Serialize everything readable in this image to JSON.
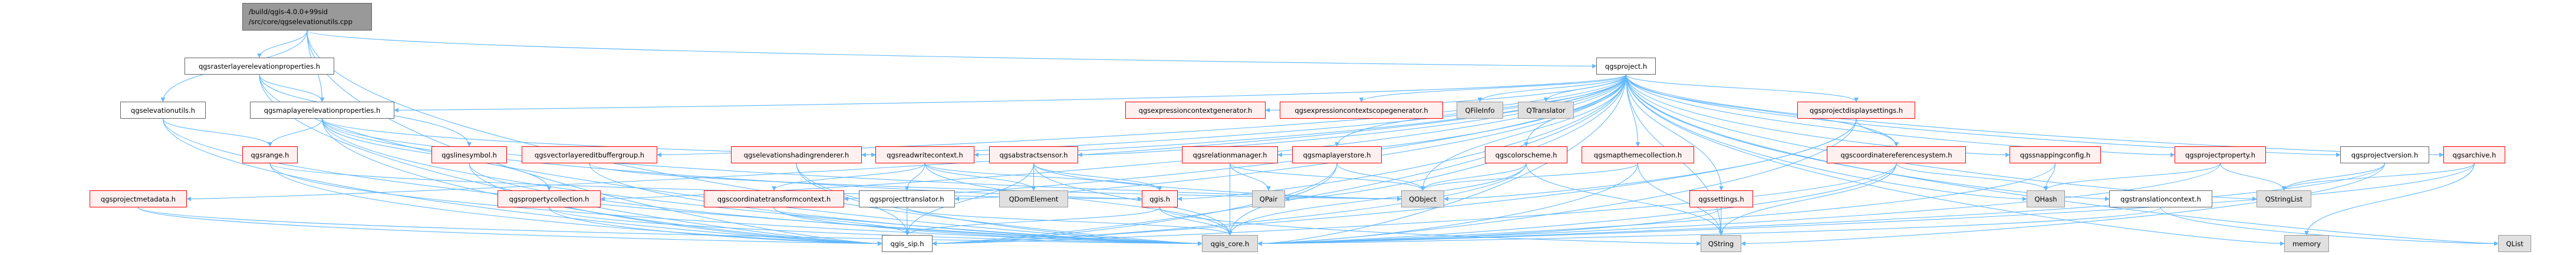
{
  "graph": {
    "title": "Include dependency graph for qgselevationutils.cpp",
    "edge_color": "#63b8ff",
    "node_styles": {
      "root": {
        "fill": "#999999",
        "border": "#666666"
      },
      "normal": {
        "fill": "#ffffff",
        "border": "#666666"
      },
      "truncated": {
        "fill": "#fff0f0",
        "border": "#ff0000"
      },
      "external": {
        "fill": "#e0e0e0",
        "border": "#999999"
      }
    },
    "nodes": [
      {
        "id": "root",
        "label_lines": [
          "/build/qgis-4.0.0+99sid",
          "/src/core/qgselevationutils.cpp"
        ],
        "kind": "root"
      },
      {
        "id": "rasterelev",
        "label": "qgsrasterlayerelevationproperties.h",
        "kind": "normal"
      },
      {
        "id": "elevutils",
        "label": "qgselevationutils.h",
        "kind": "normal"
      },
      {
        "id": "mlelev",
        "label": "qgsmaplayerelevationproperties.h",
        "kind": "normal"
      },
      {
        "id": "project",
        "label": "qgsproject.h",
        "kind": "normal"
      },
      {
        "id": "range",
        "label": "qgsrange.h",
        "kind": "truncated"
      },
      {
        "id": "projmeta",
        "label": "qgsprojectmetadata.h",
        "kind": "truncated"
      },
      {
        "id": "linesym",
        "label": "qgslinesymbol.h",
        "kind": "truncated"
      },
      {
        "id": "vleditbuf",
        "label": "qgsvectorlayereditbuffergroup.h",
        "kind": "truncated"
      },
      {
        "id": "propcoll",
        "label": "qgspropertycollection.h",
        "kind": "truncated"
      },
      {
        "id": "elevshade",
        "label": "qgselevationshadingrenderer.h",
        "kind": "truncated"
      },
      {
        "id": "rwctx",
        "label": "qgsreadwritecontext.h",
        "kind": "truncated"
      },
      {
        "id": "ctctx",
        "label": "qgscoordinatetransformcontext.h",
        "kind": "truncated"
      },
      {
        "id": "projtrans",
        "label": "qgsprojecttranslator.h",
        "kind": "normal"
      },
      {
        "id": "qgissip",
        "label": "qgis_sip.h",
        "kind": "normal"
      },
      {
        "id": "abssensor",
        "label": "qgsabstractsensor.h",
        "kind": "truncated"
      },
      {
        "id": "qdom",
        "label": "QDomElement",
        "kind": "external"
      },
      {
        "id": "exprgen",
        "label": "qgsexpressioncontextgenerator.h",
        "kind": "truncated"
      },
      {
        "id": "exprscope",
        "label": "qgsexpressioncontextscopegenerator.h",
        "kind": "truncated"
      },
      {
        "id": "qfileinfo",
        "label": "QFileInfo",
        "kind": "external"
      },
      {
        "id": "qtranslator",
        "label": "QTranslator",
        "kind": "external"
      },
      {
        "id": "qgis",
        "label": "qgis.h",
        "kind": "truncated"
      },
      {
        "id": "relmgr",
        "label": "qgsrelationmanager.h",
        "kind": "truncated"
      },
      {
        "id": "qgiscore",
        "label": "qgis_core.h",
        "kind": "external"
      },
      {
        "id": "mlstore",
        "label": "qgsmaplayerstore.h",
        "kind": "truncated"
      },
      {
        "id": "qpair",
        "label": "QPair",
        "kind": "external"
      },
      {
        "id": "qobject",
        "label": "QObject",
        "kind": "external"
      },
      {
        "id": "colorscheme",
        "label": "qgscolorscheme.h",
        "kind": "truncated"
      },
      {
        "id": "mapthemes",
        "label": "qgsmapthemecollection.h",
        "kind": "truncated"
      },
      {
        "id": "settings",
        "label": "qgssettings.h",
        "kind": "truncated"
      },
      {
        "id": "qstring",
        "label": "QString",
        "kind": "external"
      },
      {
        "id": "projdisp",
        "label": "qgsprojectdisplaysettings.h",
        "kind": "truncated"
      },
      {
        "id": "crs",
        "label": "qgscoordinatereferencesystem.h",
        "kind": "truncated"
      },
      {
        "id": "snapcfg",
        "label": "qgssnappingconfig.h",
        "kind": "truncated"
      },
      {
        "id": "qhash",
        "label": "QHash",
        "kind": "external"
      },
      {
        "id": "projprop",
        "label": "qgsprojectproperty.h",
        "kind": "truncated"
      },
      {
        "id": "transctx",
        "label": "qgstranslationcontext.h",
        "kind": "normal"
      },
      {
        "id": "qstringlist",
        "label": "QStringList",
        "kind": "external"
      },
      {
        "id": "memory",
        "label": "memory",
        "kind": "external"
      },
      {
        "id": "projver",
        "label": "qgsprojectversion.h",
        "kind": "normal"
      },
      {
        "id": "archive",
        "label": "qgsarchive.h",
        "kind": "truncated"
      },
      {
        "id": "qlist",
        "label": "QList",
        "kind": "external"
      }
    ],
    "edges": [
      [
        "root",
        "rasterelev"
      ],
      [
        "root",
        "elevutils"
      ],
      [
        "root",
        "mlelev"
      ],
      [
        "root",
        "project"
      ],
      [
        "root",
        "qgissip"
      ],
      [
        "root",
        "qgiscore"
      ],
      [
        "rasterelev",
        "mlelev"
      ],
      [
        "rasterelev",
        "linesym"
      ],
      [
        "rasterelev",
        "qgiscore"
      ],
      [
        "rasterelev",
        "qgissip"
      ],
      [
        "elevutils",
        "range"
      ],
      [
        "elevutils",
        "qgiscore"
      ],
      [
        "elevutils",
        "qgissip"
      ],
      [
        "mlelev",
        "range"
      ],
      [
        "mlelev",
        "propcoll"
      ],
      [
        "mlelev",
        "rwctx"
      ],
      [
        "mlelev",
        "qgiscore"
      ],
      [
        "mlelev",
        "qgissip"
      ],
      [
        "mlelev",
        "qgis"
      ],
      [
        "mlelev",
        "qobject"
      ],
      [
        "range",
        "qgis"
      ],
      [
        "range",
        "qgiscore"
      ],
      [
        "range",
        "qgissip"
      ],
      [
        "projmeta",
        "qgiscore"
      ],
      [
        "projmeta",
        "qgissip"
      ],
      [
        "linesym",
        "qgiscore"
      ],
      [
        "linesym",
        "qgissip"
      ],
      [
        "vleditbuf",
        "qgiscore"
      ],
      [
        "vleditbuf",
        "qobject"
      ],
      [
        "propcoll",
        "qgiscore"
      ],
      [
        "propcoll",
        "qgissip"
      ],
      [
        "elevshade",
        "qgiscore"
      ],
      [
        "elevshade",
        "qgissip"
      ],
      [
        "rwctx",
        "projtrans"
      ],
      [
        "rwctx",
        "ctctx"
      ],
      [
        "rwctx",
        "qgiscore"
      ],
      [
        "rwctx",
        "qgis"
      ],
      [
        "rwctx",
        "qdom"
      ],
      [
        "ctctx",
        "qgiscore"
      ],
      [
        "ctctx",
        "qgissip"
      ],
      [
        "projtrans",
        "qgissip"
      ],
      [
        "projtrans",
        "qgiscore"
      ],
      [
        "abssensor",
        "qdom"
      ],
      [
        "abssensor",
        "qgis"
      ],
      [
        "abssensor",
        "qgiscore"
      ],
      [
        "abssensor",
        "qgissip"
      ],
      [
        "abssensor",
        "qobject"
      ],
      [
        "qgis",
        "qgiscore"
      ],
      [
        "qgis",
        "qgissip"
      ],
      [
        "qgis",
        "qstring"
      ],
      [
        "relmgr",
        "qpair"
      ],
      [
        "relmgr",
        "qgiscore"
      ],
      [
        "relmgr",
        "qobject"
      ],
      [
        "mlstore",
        "qobject"
      ],
      [
        "mlstore",
        "qgiscore"
      ],
      [
        "mlstore",
        "qgissip"
      ],
      [
        "colorscheme",
        "qobject"
      ],
      [
        "colorscheme",
        "qgiscore"
      ],
      [
        "colorscheme",
        "qgissip"
      ],
      [
        "colorscheme",
        "qstring"
      ],
      [
        "mapthemes",
        "qobject"
      ],
      [
        "mapthemes",
        "qgiscore"
      ],
      [
        "mapthemes",
        "qstring"
      ],
      [
        "settings",
        "qstring"
      ],
      [
        "settings",
        "qgiscore"
      ],
      [
        "crs",
        "qhash"
      ],
      [
        "crs",
        "qgiscore"
      ],
      [
        "crs",
        "qgissip"
      ],
      [
        "crs",
        "qstring"
      ],
      [
        "snapcfg",
        "qhash"
      ],
      [
        "snapcfg",
        "qgiscore"
      ],
      [
        "projdisp",
        "crs"
      ],
      [
        "projdisp",
        "qobject"
      ],
      [
        "projdisp",
        "qgiscore"
      ],
      [
        "projdisp",
        "qgissip"
      ],
      [
        "projprop",
        "qstringlist"
      ],
      [
        "projprop",
        "qhash"
      ],
      [
        "projprop",
        "qgiscore"
      ],
      [
        "transctx",
        "qgiscore"
      ],
      [
        "transctx",
        "qlist"
      ],
      [
        "projver",
        "qstringlist"
      ],
      [
        "projver",
        "qgiscore"
      ],
      [
        "projver",
        "qstring"
      ],
      [
        "archive",
        "qstringlist"
      ],
      [
        "archive",
        "memory"
      ],
      [
        "archive",
        "qgiscore"
      ],
      [
        "project",
        "exprgen"
      ],
      [
        "project",
        "exprscope"
      ],
      [
        "project",
        "qfileinfo"
      ],
      [
        "project",
        "qtranslator"
      ],
      [
        "project",
        "projdisp"
      ],
      [
        "project",
        "relmgr"
      ],
      [
        "project",
        "mlstore"
      ],
      [
        "project",
        "colorscheme"
      ],
      [
        "project",
        "mapthemes"
      ],
      [
        "project",
        "settings"
      ],
      [
        "project",
        "crs"
      ],
      [
        "project",
        "snapcfg"
      ],
      [
        "project",
        "projprop"
      ],
      [
        "project",
        "projver"
      ],
      [
        "project",
        "archive"
      ],
      [
        "project",
        "qlist"
      ],
      [
        "project",
        "memory"
      ],
      [
        "project",
        "qstringlist"
      ],
      [
        "project",
        "transctx"
      ],
      [
        "project",
        "qhash"
      ],
      [
        "project",
        "qstring"
      ],
      [
        "project",
        "qobject"
      ],
      [
        "project",
        "qpair"
      ],
      [
        "project",
        "qgis"
      ],
      [
        "project",
        "abssensor"
      ],
      [
        "project",
        "rwctx"
      ],
      [
        "project",
        "elevshade"
      ],
      [
        "project",
        "vleditbuf"
      ],
      [
        "project",
        "projmeta"
      ],
      [
        "project",
        "ctctx"
      ],
      [
        "project",
        "projtrans"
      ],
      [
        "project",
        "propcoll"
      ],
      [
        "project",
        "qgiscore"
      ],
      [
        "project",
        "qgissip"
      ],
      [
        "project",
        "mlelev"
      ]
    ]
  }
}
